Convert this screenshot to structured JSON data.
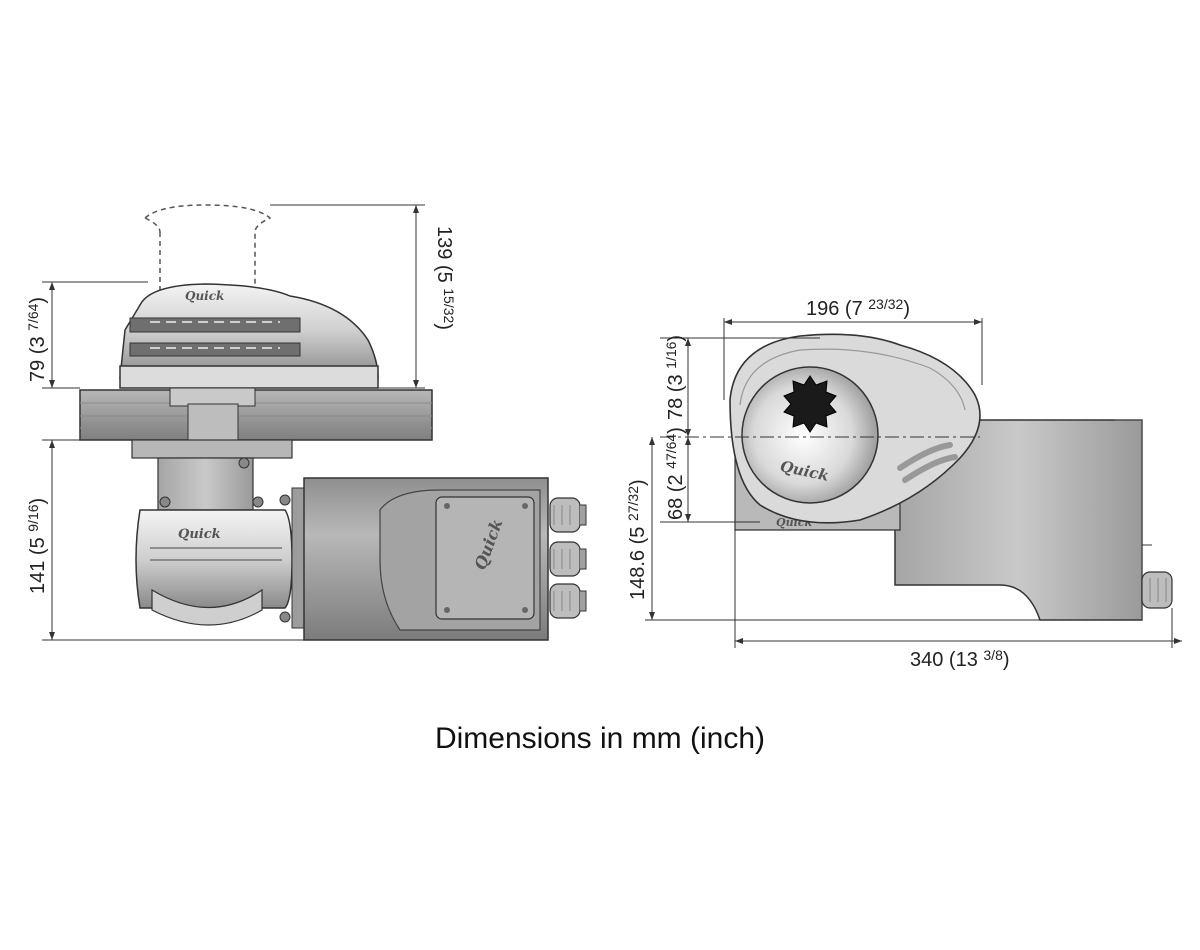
{
  "caption": "Dimensions in mm (inch)",
  "brand": "Quick",
  "colors": {
    "accent": "#2a2a2a",
    "body_light": "#e8e8e8",
    "body_mid": "#a9a9a9",
    "body_dark": "#6b6b6b",
    "deck": "#9a9a9a",
    "line": "#333333"
  },
  "side_view": {
    "dim_total_height": {
      "main": "139 (5 ",
      "frac": "15/32",
      "close": ")"
    },
    "dim_above_deck": {
      "main": "79 (3 ",
      "frac": "7/64",
      "close": ")"
    },
    "dim_below_deck": {
      "main": "141 (5 ",
      "frac": "9/16",
      "close": ")"
    }
  },
  "top_view": {
    "dim_width": {
      "main": "196 (7 ",
      "frac": "23/32",
      "close": ")"
    },
    "dim_upper": {
      "main": "78 (3 ",
      "frac": "1/16",
      "close": ")"
    },
    "dim_lower": {
      "main": "68 (2 ",
      "frac": "47/64",
      "close": ")"
    },
    "dim_depth": {
      "main": "148.6 (5 ",
      "frac": "27/32",
      "close": ")"
    },
    "dim_length": {
      "main": "340 (13 ",
      "frac": "3/8",
      "close": ")"
    }
  }
}
